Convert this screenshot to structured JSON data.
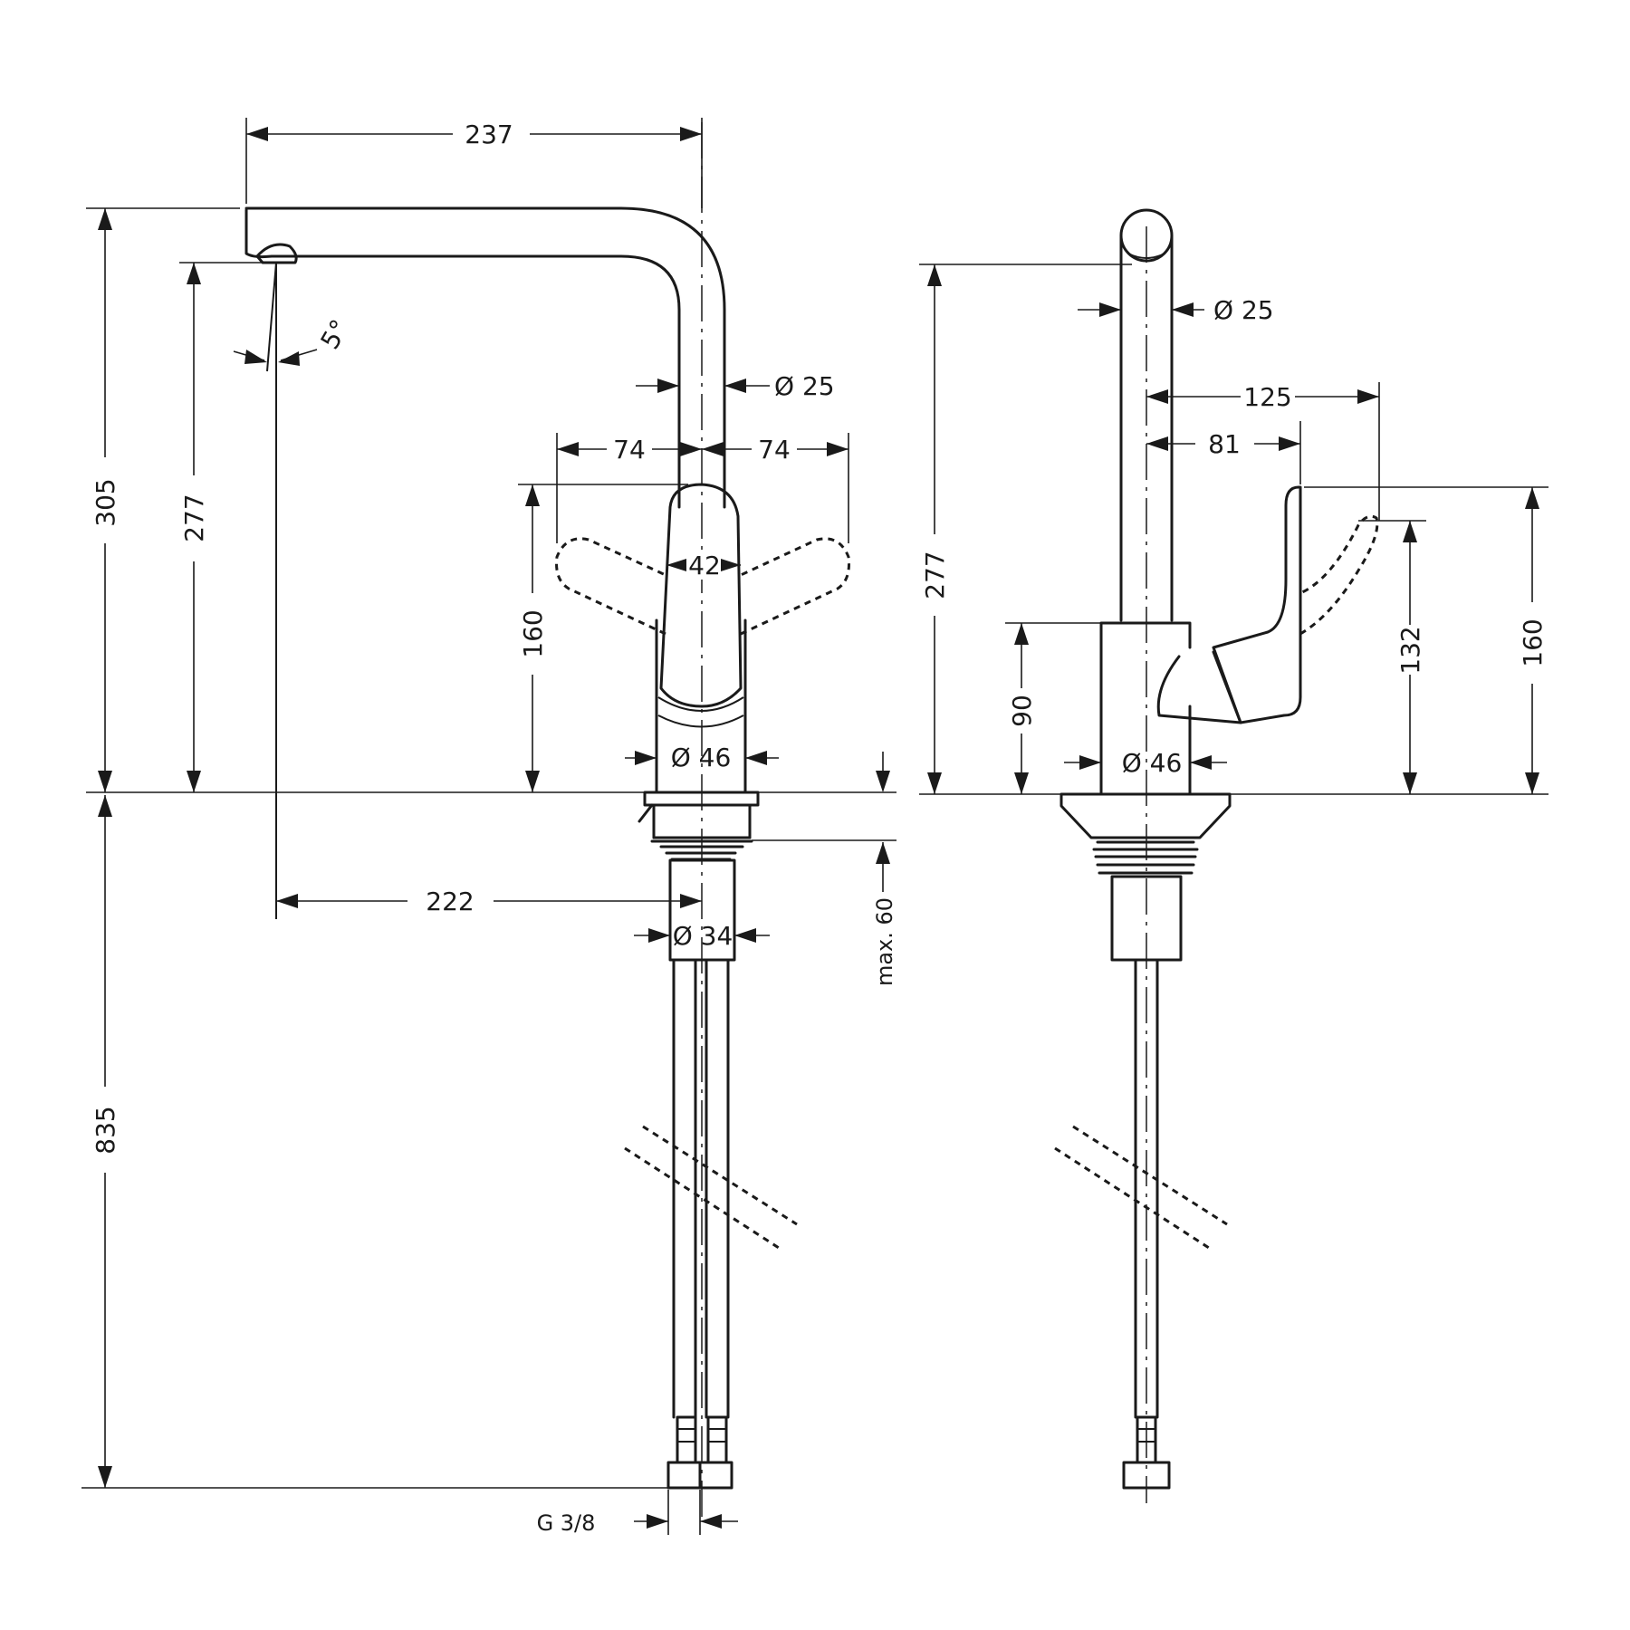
{
  "drawing": {
    "side_view": {
      "spout_reach": "237",
      "total_height": "305",
      "spout_height": "277",
      "spray_angle": "5°",
      "spout_diameter": "Ø 25",
      "handle_swing_left": "74",
      "handle_swing_right": "74",
      "handle_width": "42",
      "handle_height": "160",
      "body_diameter": "Ø 46",
      "outlet_offset": "222",
      "shank_diameter": "Ø 34",
      "deck_thickness": "max. 60",
      "hose_length": "835",
      "connection_thread": "G 3/8"
    },
    "front_view": {
      "spout_height": "277",
      "spout_diameter": "Ø 25",
      "handle_reach_open": "125",
      "handle_reach_closed": "81",
      "body_height": "90",
      "handle_height_open": "132",
      "handle_height": "160",
      "body_diameter": "Ø 46"
    }
  }
}
